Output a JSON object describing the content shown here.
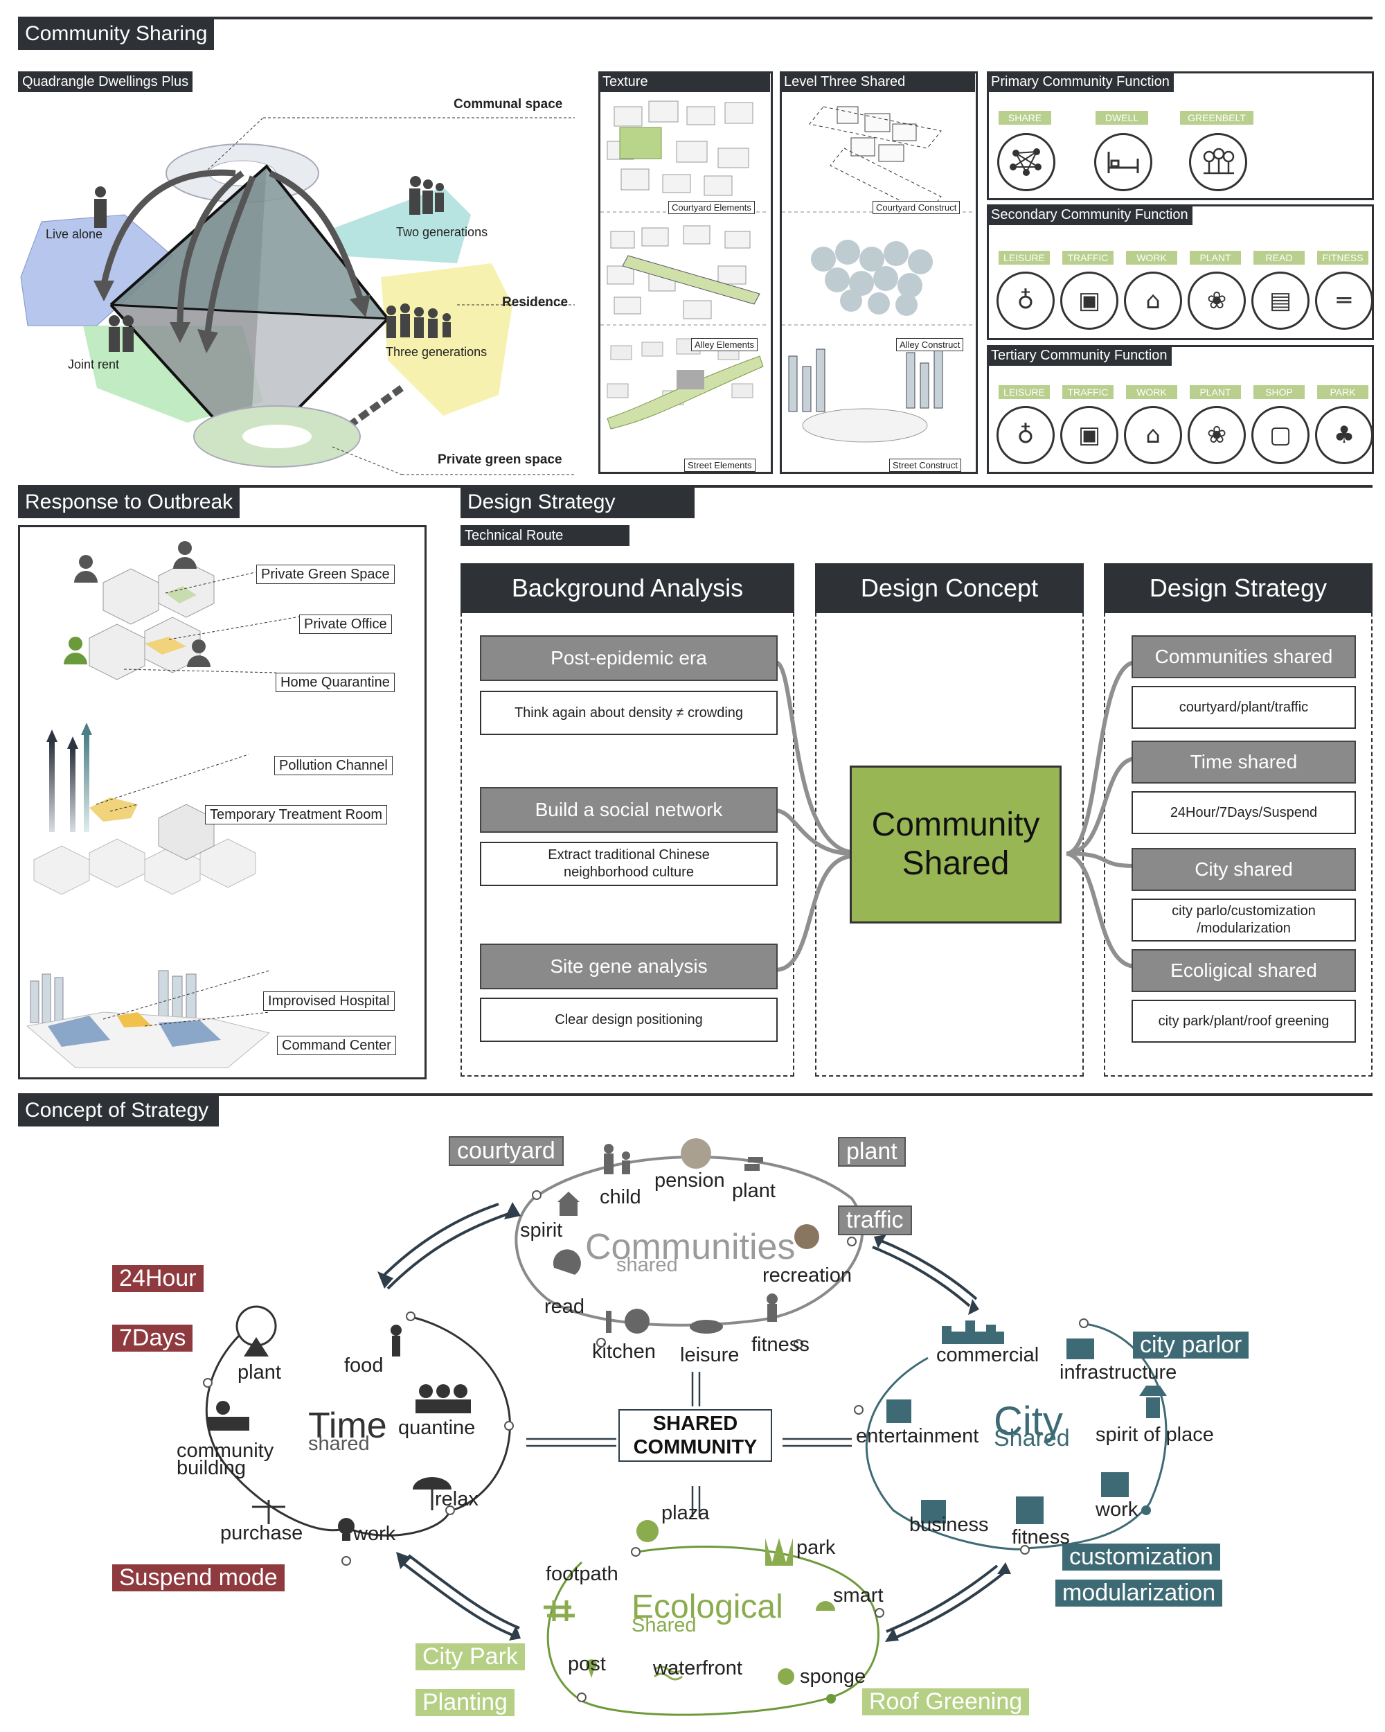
{
  "sections": {
    "community_sharing": "Community Sharing",
    "response": "Response to Outbreak",
    "design_strategy": "Design Strategy",
    "concept": "Concept of Strategy"
  },
  "quadrangle": {
    "title": "Quadrangle Dwellings Plus",
    "communal": "Communal space",
    "residence": "Residence",
    "private_green": "Private green space",
    "live_alone": "Live alone",
    "two_gen": "Two generations",
    "joint_rent": "Joint rent",
    "three_gen": "Three generations"
  },
  "texture": {
    "title": "Texture",
    "captions": [
      "Courtyard  Elements",
      "Alley  Elements",
      "Street  Elements"
    ]
  },
  "level_three": {
    "title": "Level Three Shared",
    "captions": [
      "Courtyard  Construct",
      "Alley  Construct",
      "Street  Construct"
    ]
  },
  "primary": {
    "title": "Primary Community Function",
    "tags": [
      "SHARE",
      "DWELL",
      "GREENBELT"
    ]
  },
  "secondary": {
    "title": "Secondary Community Function",
    "tags": [
      "LEISURE",
      "TRAFFIC",
      "WORK",
      "PLANT",
      "READ",
      "FITNESS"
    ]
  },
  "tertiary": {
    "title": "Tertiary Community Function",
    "tags": [
      "LEISURE",
      "TRAFFIC",
      "WORK",
      "PLANT",
      "SHOP",
      "PARK"
    ]
  },
  "outbreak": {
    "labels": [
      "Private Green Space",
      "Private Office",
      "Home Quarantine",
      "Pollution Channel",
      "Temporary Treatment Room",
      "Improvised Hospital",
      "Command Center"
    ]
  },
  "technical_route": {
    "title": "Technical Route",
    "col_background": "Background Analysis",
    "col_concept": "Design Concept",
    "col_strategy": "Design Strategy",
    "center_line1": "Community",
    "center_line2": "Shared",
    "background": [
      {
        "title": "Post-epidemic era",
        "desc": "Think again about density ≠ crowding"
      },
      {
        "title": "Build a social network",
        "desc1": "Extract traditional Chinese",
        "desc2": "neighborhood culture"
      },
      {
        "title": "Site gene analysis",
        "desc": "Clear design positioning"
      }
    ],
    "strategy": [
      {
        "title": "Communities shared",
        "desc": "courtyard/plant/traffic"
      },
      {
        "title": "Time shared",
        "desc": "24Hour/7Days/Suspend"
      },
      {
        "title": "City shared",
        "desc1": "city parlo/customization",
        "desc2": "/modularization"
      },
      {
        "title": "Ecoligical shared",
        "desc": "city park/plant/roof greening"
      }
    ]
  },
  "concept": {
    "center1": "SHARED",
    "center2": "COMMUNITY",
    "communities": {
      "title": "Communities",
      "sub": "shared",
      "items": [
        "child",
        "pension",
        "plant",
        "spirit",
        "recreation",
        "read",
        "kitchen",
        "leisure",
        "fitness"
      ]
    },
    "time": {
      "title": "Time",
      "sub": "shared",
      "items": [
        "plant",
        "food",
        "quantine",
        "community",
        "building",
        "relax",
        "purchase",
        "work"
      ]
    },
    "city": {
      "title": "City",
      "sub": "Shared",
      "items": [
        "commercial",
        "infrastructure",
        "entertainment",
        "spirit of place",
        "business",
        "work",
        "fitness"
      ]
    },
    "eco": {
      "title": "Ecological",
      "sub": "Shared",
      "items": [
        "plaza",
        "park",
        "footpath",
        "smart",
        "post",
        "waterfront",
        "sponge"
      ]
    },
    "tags": {
      "courtyard": "courtyard",
      "plant": "plant",
      "traffic": "traffic",
      "h24": "24Hour",
      "d7": "7Days",
      "suspend": "Suspend mode",
      "city_parlor": "city parlor",
      "customization": "customization",
      "modularization": "modularization",
      "city_park": "City Park",
      "planting": "Planting",
      "roof_greening": "Roof Greening"
    },
    "colors": {
      "red": "#8e3a3f",
      "teal": "#3d6a74",
      "green": "#b5cf84",
      "grey": "#8a8a8a",
      "olive": "#8aac4e"
    }
  }
}
